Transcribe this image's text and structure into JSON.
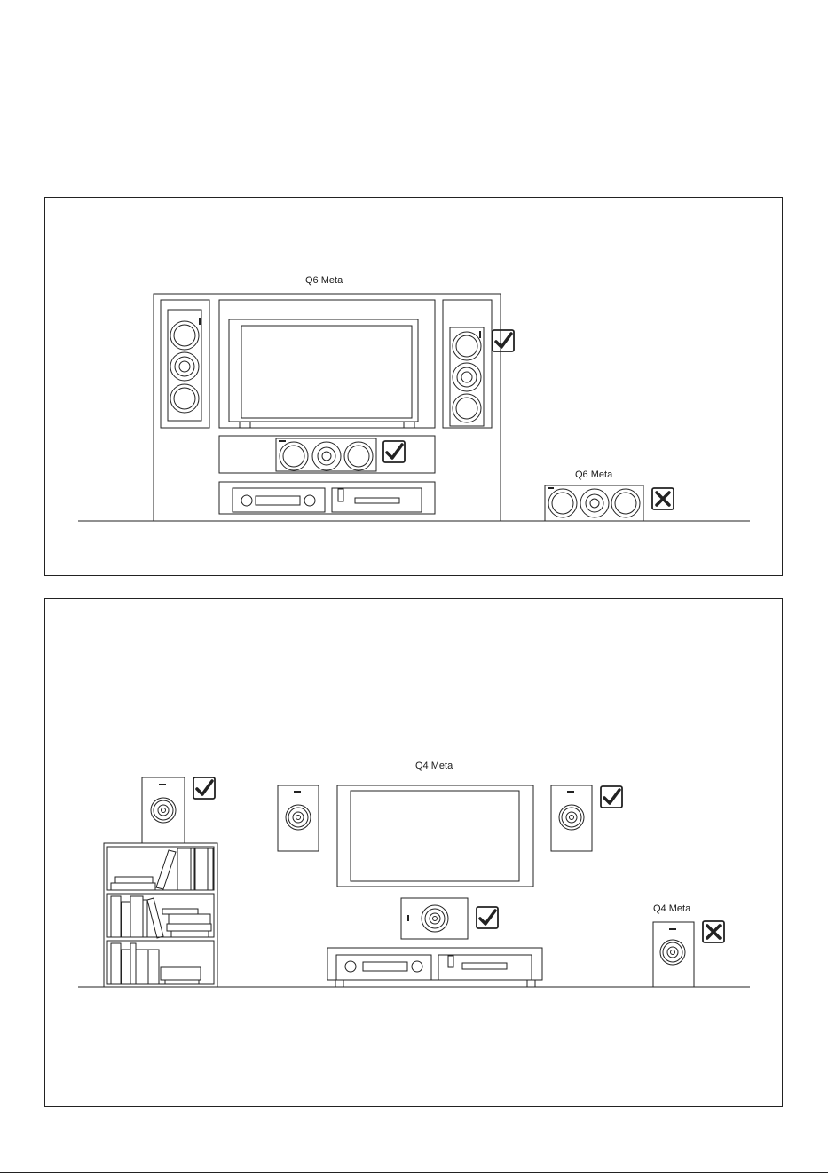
{
  "panel_top": {
    "main_label": "Q6 Meta",
    "alt_label": "Q6 Meta",
    "tower_right_status": "check",
    "center_status": "check",
    "alt_status": "cross"
  },
  "panel_bottom": {
    "main_label": "Q4 Meta",
    "alt_label": "Q4 Meta",
    "shelf_speaker_status": "check",
    "right_wall_status": "check",
    "center_status": "check",
    "alt_status": "cross"
  },
  "icons": {
    "check": "check-mark-icon",
    "cross": "cross-mark-icon"
  },
  "colors": {
    "line": "#222222",
    "background": "#ffffff"
  }
}
